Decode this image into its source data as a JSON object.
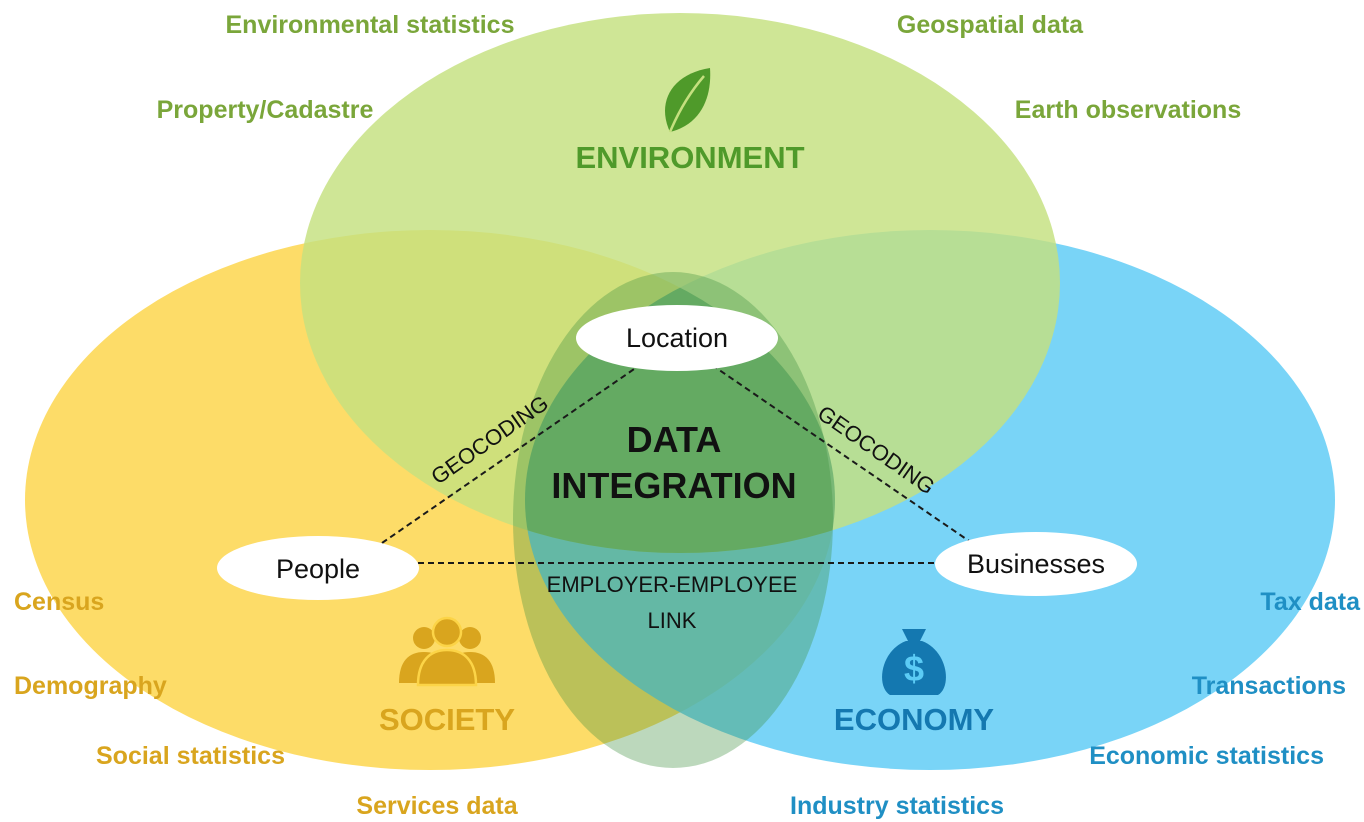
{
  "diagram": {
    "center": {
      "line1": "DATA",
      "line2": "INTEGRATION"
    },
    "domains": {
      "environment": {
        "title": "ENVIRONMENT",
        "icon": "leaf-icon",
        "color": "#4f9a2a",
        "fill": "#c5e07f"
      },
      "society": {
        "title": "SOCIETY",
        "icon": "people-icon",
        "color": "#d9a51e",
        "fill": "#fcd447"
      },
      "economy": {
        "title": "ECONOMY",
        "icon": "money-bag-icon",
        "color": "#1478b0",
        "fill": "#5bcbf5"
      }
    },
    "nodes": {
      "location": "Location",
      "people": "People",
      "businesses": "Businesses"
    },
    "links": {
      "people_location": "GEOCODING",
      "location_businesses": "GEOCODING",
      "people_businesses": "EMPLOYER-EMPLOYEE LINK"
    },
    "environment_sources": [
      "Environmental statistics",
      "Geospatial data",
      "Property/Cadastre",
      "Earth observations"
    ],
    "society_sources": [
      "Census",
      "Demography",
      "Social statistics",
      "Services data"
    ],
    "economy_sources": [
      "Tax data",
      "Transactions",
      "Economic statistics",
      "Industry statistics"
    ]
  }
}
